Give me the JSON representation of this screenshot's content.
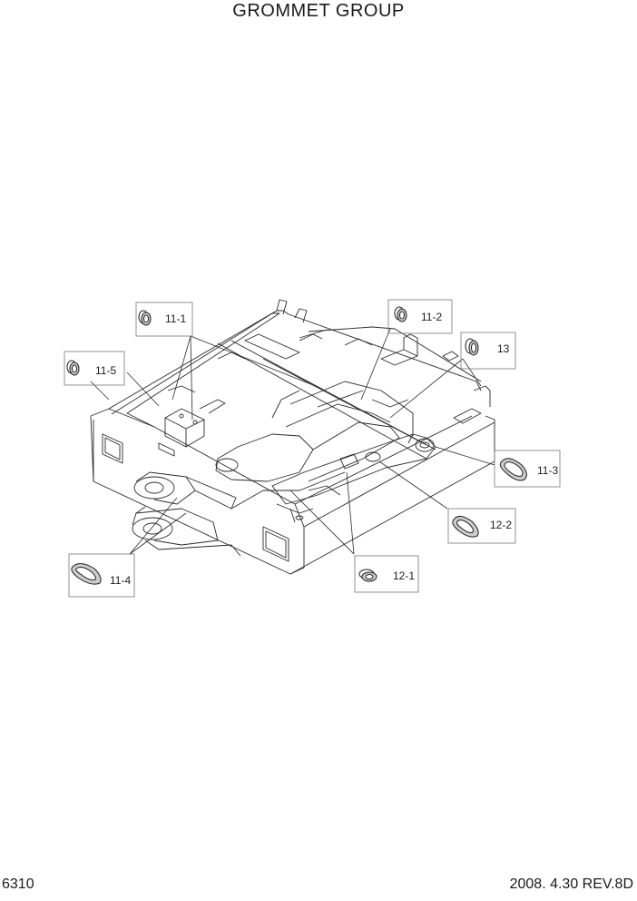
{
  "title": "GROMMET GROUP",
  "page_number": "6310",
  "revision": "2008. 4.30 REV.8D",
  "callouts": [
    {
      "id": "c-11-1",
      "label": "11-1"
    },
    {
      "id": "c-11-2",
      "label": "11-2"
    },
    {
      "id": "c-13",
      "label": "13"
    },
    {
      "id": "c-11-5",
      "label": "11-5"
    },
    {
      "id": "c-11-3",
      "label": "11-3"
    },
    {
      "id": "c-12-2",
      "label": "12-2"
    },
    {
      "id": "c-11-4",
      "label": "11-4"
    },
    {
      "id": "c-12-1",
      "label": "12-1"
    }
  ]
}
